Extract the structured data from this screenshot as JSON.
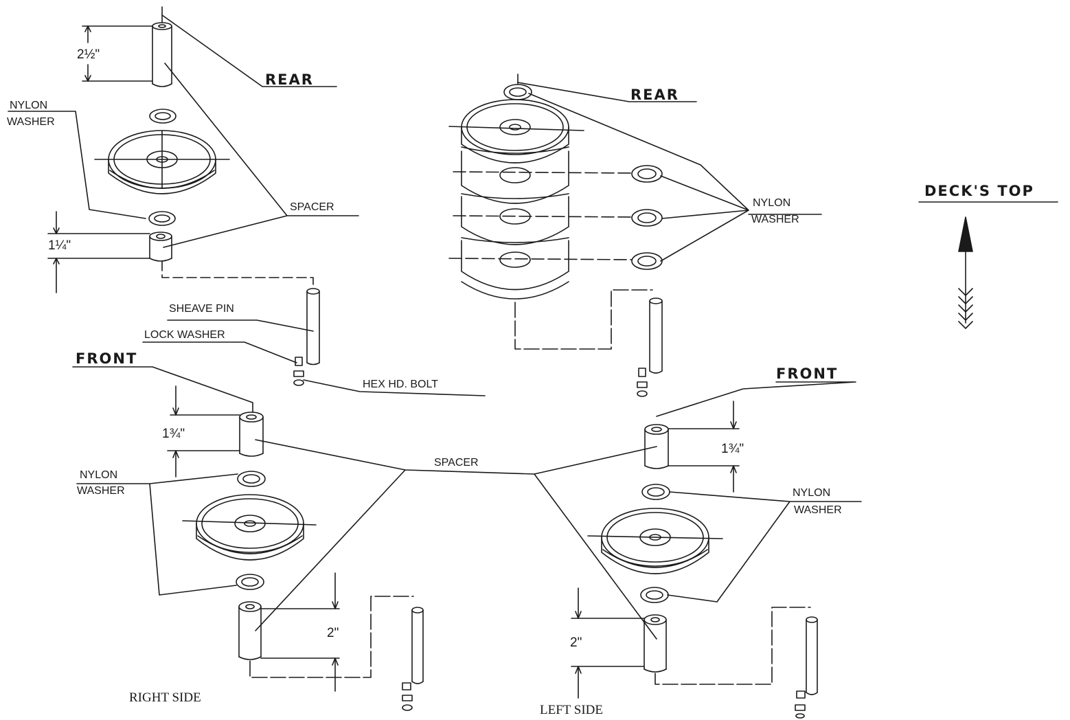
{
  "labels": {
    "rear_left": "REAR",
    "rear_center": "REAR",
    "decks_top": "DECK'S TOP",
    "nylon_washer_top_left_1": "NYLON",
    "nylon_washer_top_left_2": "WASHER",
    "spacer_top": "SPACER",
    "dim_2_5": "2½\"",
    "dim_1_25": "1¼\"",
    "sheave_pin": "SHEAVE PIN",
    "lock_washer": "LOCK WASHER",
    "hex_bolt": "HEX HD. BOLT",
    "front_left": "FRONT",
    "front_right": "FRONT",
    "nylon_washer_center_1": "NYLON",
    "nylon_washer_center_2": "WASHER",
    "dim_1_75_left": "1¾\"",
    "dim_1_75_right": "1¾\"",
    "nylon_washer_front_left_1": "NYLON",
    "nylon_washer_front_left_2": "WASHER",
    "spacer_bottom": "SPACER",
    "nylon_washer_front_right_1": "NYLON",
    "nylon_washer_front_right_2": "WASHER",
    "dim_2_left": "2\"",
    "dim_2_right": "2\"",
    "right_side": "RIGHT SIDE",
    "left_side": "LEFT SIDE"
  },
  "colors": {
    "ink": "#1a1a1a",
    "paper": "#ffffff"
  }
}
